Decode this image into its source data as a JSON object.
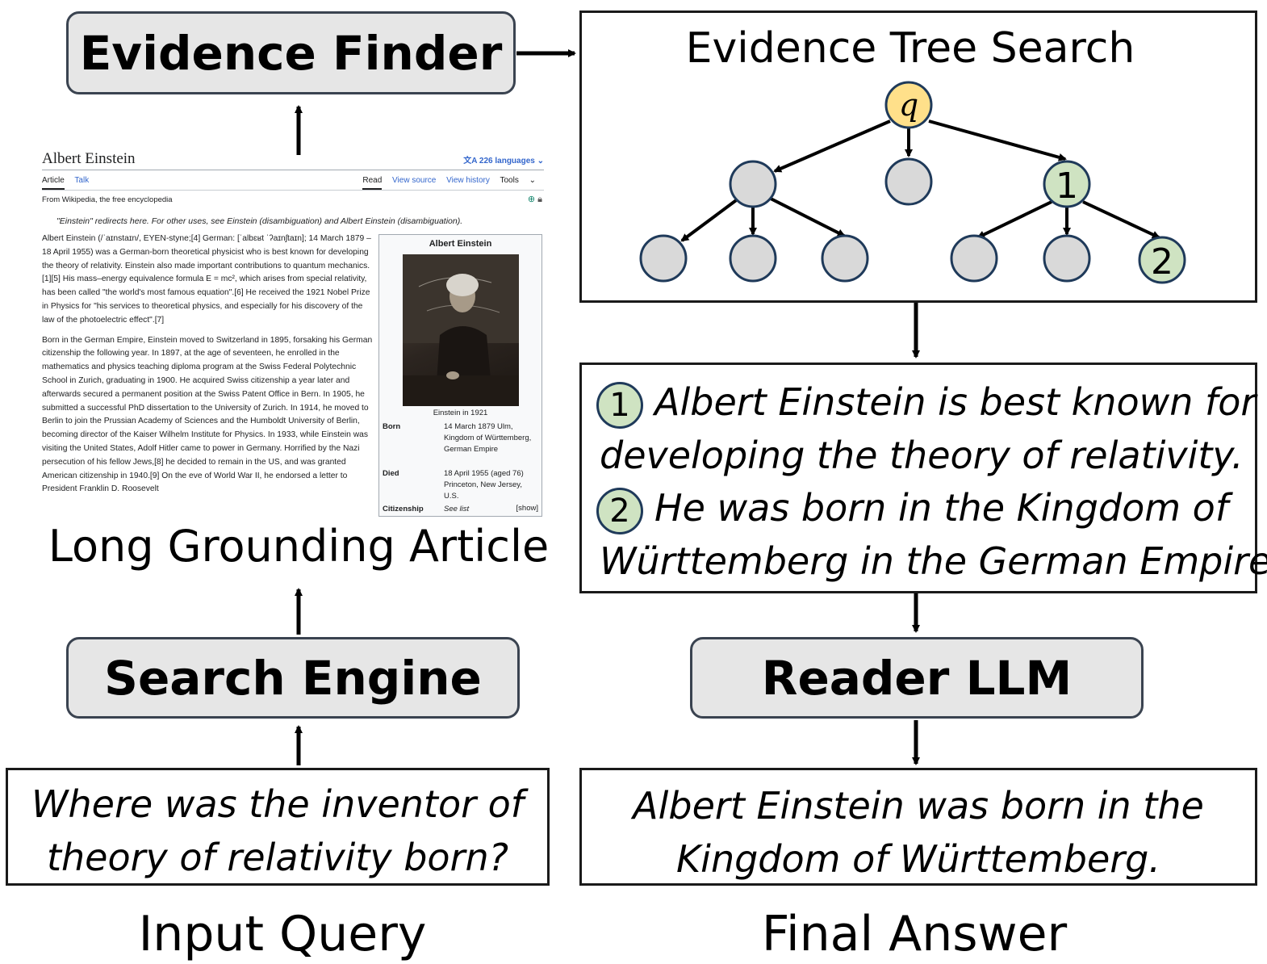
{
  "modules": {
    "evidence_finder": "Evidence Finder",
    "search_engine": "Search Engine",
    "reader_llm": "Reader LLM"
  },
  "tree": {
    "title": "Evidence Tree Search",
    "root_label": "q",
    "evidence_1_label": "1",
    "evidence_2_label": "2"
  },
  "evidence": {
    "marker_1": "1",
    "text_1_line1": "Albert Einstein is best known for",
    "text_1_line2": "developing the theory of relativity.",
    "marker_2": "2",
    "text_2_line1": "He was born in the Kingdom of",
    "text_2_line2": "Württemberg in the German Empire."
  },
  "query": {
    "line1": "Where was the inventor of",
    "line2": "theory of relativity born?"
  },
  "answer": {
    "line1": "Albert Einstein was born in the",
    "line2": "Kingdom of Württemberg."
  },
  "captions": {
    "article": "Long Grounding Article",
    "input": "Input Query",
    "output": "Final Answer"
  },
  "wiki": {
    "title": "Albert Einstein",
    "languages": "226 languages",
    "tab_article": "Article",
    "tab_talk": "Talk",
    "tab_read": "Read",
    "tab_view_source": "View source",
    "tab_view_history": "View history",
    "tab_tools": "Tools",
    "from": "From Wikipedia, the free encyclopedia",
    "hatnote": "\"Einstein\" redirects here. For other uses, see Einstein (disambiguation) and Albert Einstein (disambiguation).",
    "para1": "Albert Einstein (/ˈaɪnstaɪn/, EYEN-styne;[4] German: [ˈalbɛʁt ˈʔaɪnʃtaɪn]; 14 March 1879 – 18 April 1955) was a German-born theoretical physicist who is best known for developing the theory of relativity. Einstein also made important contributions to quantum mechanics.[1][5] His mass–energy equivalence formula E = mc², which arises from special relativity, has been called \"the world's most famous equation\".[6] He received the 1921 Nobel Prize in Physics for \"his services to theoretical physics, and especially for his discovery of the law of the photoelectric effect\".[7]",
    "para2": "Born in the German Empire, Einstein moved to Switzerland in 1895, forsaking his German citizenship the following year. In 1897, at the age of seventeen, he enrolled in the mathematics and physics teaching diploma program at the Swiss Federal Polytechnic School in Zurich, graduating in 1900. He acquired Swiss citizenship a year later and afterwards secured a permanent position at the Swiss Patent Office in Bern. In 1905, he submitted a successful PhD dissertation to the University of Zurich. In 1914, he moved to Berlin to join the Prussian Academy of Sciences and the Humboldt University of Berlin, becoming director of the Kaiser Wilhelm Institute for Physics. In 1933, while Einstein was visiting the United States, Adolf Hitler came to power in Germany. Horrified by the Nazi persecution of his fellow Jews,[8] he decided to remain in the US, and was granted American citizenship in 1940.[9] On the eve of World War II, he endorsed a letter to President Franklin D. Roosevelt",
    "infobox_title": "Albert Einstein",
    "photo_caption": "Einstein in 1921",
    "born_label": "Born",
    "born_value": "14 March 1879 Ulm, Kingdom of Württemberg, German Empire",
    "died_label": "Died",
    "died_value": "18 April 1955 (aged 76) Princeton, New Jersey, U.S.",
    "citizenship_label": "Citizenship",
    "citizenship_value": "See list",
    "show_label": "[show]"
  },
  "colors": {
    "module_fill": "#e6e6e6",
    "node_gray": "#d9d9d9",
    "node_root": "#ffe08a",
    "node_evidence": "#cfe3c2",
    "wiki_link": "#3366cc"
  }
}
